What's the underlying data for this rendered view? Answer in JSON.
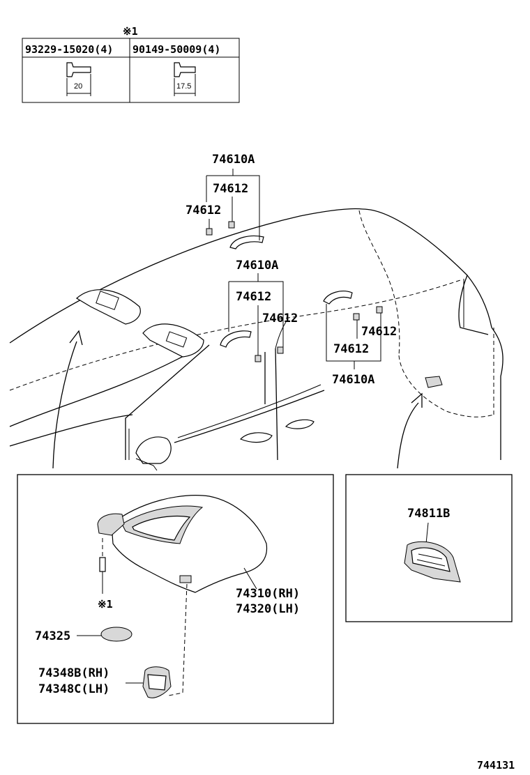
{
  "fastener_table": {
    "note_mark": "※1",
    "col1_part": "93229-15020(4)",
    "col2_part": "90149-50009(4)",
    "col1_dim": "20",
    "col2_dim": "17.5"
  },
  "callouts": {
    "top_group_assembly": "74610A",
    "top_group_clip_a": "74612",
    "top_group_clip_b": "74612",
    "mid_group_assembly": "74610A",
    "mid_group_clip_a": "74612",
    "mid_group_clip_b": "74612",
    "rear_group_clip_a": "74612",
    "rear_group_clip_b": "74612",
    "rear_group_assembly": "74610A"
  },
  "visor_box": {
    "visor_rh": "74310(RH)",
    "visor_lh": "74320(LH)",
    "screw_note": "※1",
    "cover": "74325",
    "holder_rh": "74348B(RH)",
    "holder_lh": "74348C(LH)"
  },
  "lamp_box": {
    "lamp": "74811B"
  },
  "diagram_id": "744131"
}
